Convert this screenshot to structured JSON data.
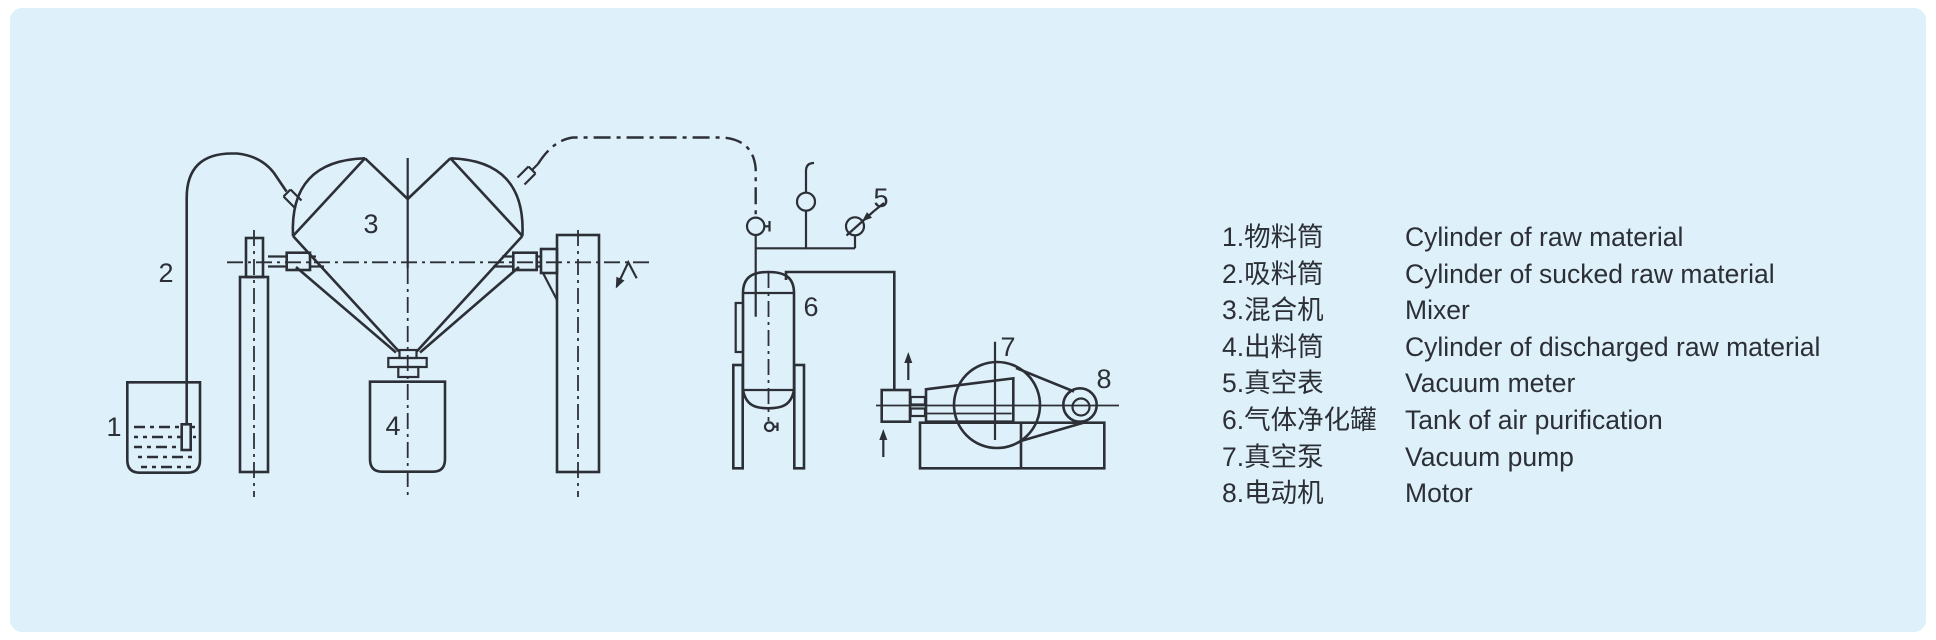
{
  "panel": {
    "background": "#def0fa",
    "ink": "#2c2f36"
  },
  "diagram": {
    "labels": [
      "1",
      "2",
      "3",
      "4",
      "5",
      "6",
      "7",
      "8"
    ]
  },
  "legend": {
    "items": [
      {
        "zh": "1.物料筒",
        "en": "Cylinder of raw material"
      },
      {
        "zh": "2.吸料筒",
        "en": "Cylinder of sucked raw material"
      },
      {
        "zh": "3.混合机",
        "en": "Mixer"
      },
      {
        "zh": "4.出料筒",
        "en": "Cylinder of discharged raw material"
      },
      {
        "zh": "5.真空表",
        "en": "Vacuum meter"
      },
      {
        "zh": "6.气体净化罐",
        "en": "Tank of air purification"
      },
      {
        "zh": "7.真空泵",
        "en": "Vacuum pump"
      },
      {
        "zh": "8.电动机",
        "en": "Motor"
      }
    ]
  }
}
